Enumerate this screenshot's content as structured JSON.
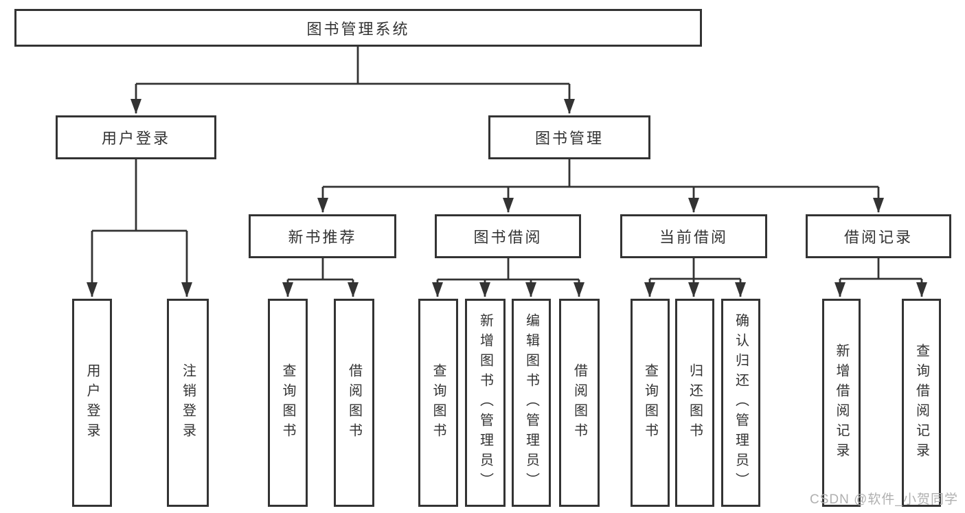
{
  "diagram": {
    "root": "图书管理系统",
    "level2": {
      "user_login": "用户登录",
      "book_mgmt": "图书管理"
    },
    "level3": {
      "new_book": "新书推荐",
      "book_borrow": "图书借阅",
      "current_borrow": "当前借阅",
      "borrow_record": "借阅记录"
    },
    "leaves": {
      "user_login": [
        "用户登录",
        "注销登录"
      ],
      "new_book": [
        "查询图书",
        "借阅图书"
      ],
      "book_borrow": [
        "查询图书",
        "新增图书（管理员）",
        "编辑图书（管理员）",
        "借阅图书"
      ],
      "current_borrow": [
        "查询图书",
        "归还图书",
        "确认归还（管理员）"
      ],
      "borrow_record": [
        "新增借阅记录",
        "查询借阅记录"
      ]
    },
    "watermark": "CSDN @软件_小贺同学",
    "colors": {
      "box_border": "#333333",
      "connector": "#333333",
      "text": "#333333",
      "watermark": "#b0b0b0",
      "background": "#ffffff"
    }
  }
}
